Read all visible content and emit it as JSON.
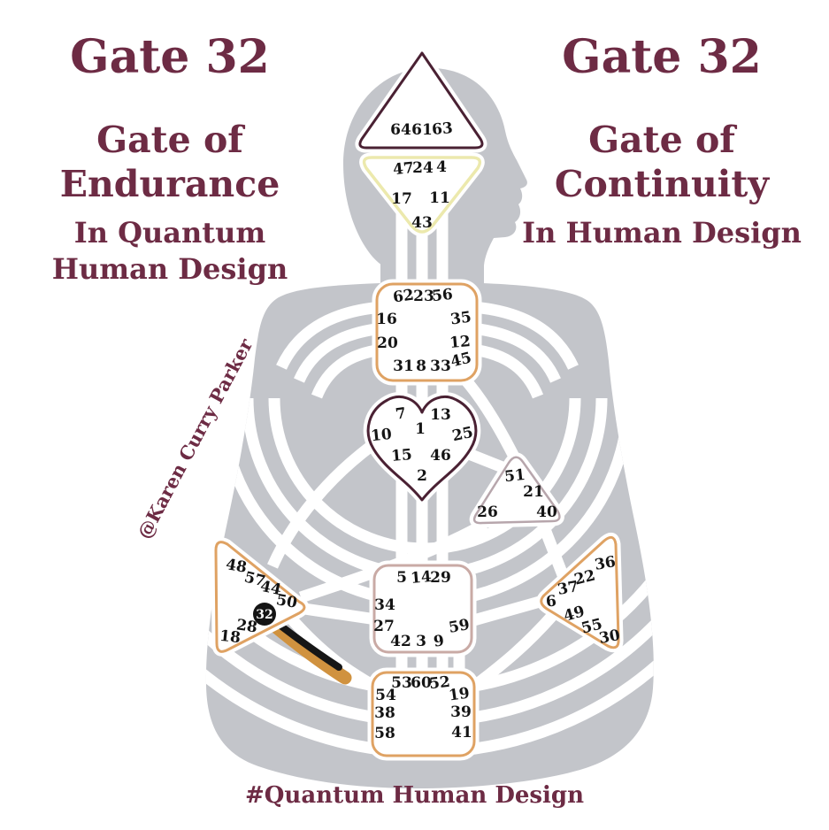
{
  "left_panel": {
    "title": "Gate 32",
    "subtitle_line1": "Gate of",
    "subtitle_line2": "Endurance",
    "tagline_line1": "In Quantum",
    "tagline_line2": "Human Design"
  },
  "right_panel": {
    "title": "Gate 32",
    "subtitle_line1": "Gate of",
    "subtitle_line2": "Continuity",
    "tagline": "In Human Design"
  },
  "watermark": "@Karen Curry Parker",
  "footer_hashtag": "#Quantum Human Design",
  "highlight": {
    "gate": "32"
  },
  "colors": {
    "text_maroon": "#6d2b44",
    "body_gray": "#c3c5ca",
    "center_fill": "#ffffff",
    "head_border": "#4a2133",
    "ajna_border": "#ece9ad",
    "throat_border": "#dfa263",
    "g_center_border": "#4a2133",
    "will_border": "#b7a6ac",
    "spleen_border": "#dfa263",
    "sacral_border": "#c9aaa5",
    "solar_plexus_border": "#dfa263",
    "root_border": "#dfa263",
    "highlight_channel_black": "#161616",
    "highlight_channel_gold": "#d0923f",
    "highlight_gate_bg": "#141414"
  },
  "centers": {
    "head": {
      "gates": [
        "64",
        "61",
        "63"
      ]
    },
    "ajna": {
      "gates": [
        "47",
        "24",
        "4",
        "17",
        "11",
        "43"
      ]
    },
    "throat": {
      "gates": [
        "62",
        "23",
        "56",
        "16",
        "35",
        "20",
        "12",
        "31",
        "8",
        "33",
        "45"
      ]
    },
    "g_center": {
      "gates": [
        "7",
        "13",
        "1",
        "10",
        "25",
        "15",
        "46",
        "2"
      ]
    },
    "will": {
      "gates": [
        "51",
        "21",
        "26",
        "40"
      ]
    },
    "spleen": {
      "gates": [
        "48",
        "57",
        "44",
        "50",
        "28",
        "18"
      ]
    },
    "sacral": {
      "gates": [
        "5",
        "14",
        "29",
        "34",
        "27",
        "59",
        "42",
        "3",
        "9"
      ]
    },
    "solar_plexus": {
      "gates": [
        "36",
        "22",
        "37",
        "6",
        "49",
        "55",
        "30"
      ]
    },
    "root": {
      "gates": [
        "53",
        "60",
        "52",
        "54",
        "19",
        "38",
        "39",
        "58",
        "41"
      ]
    }
  }
}
